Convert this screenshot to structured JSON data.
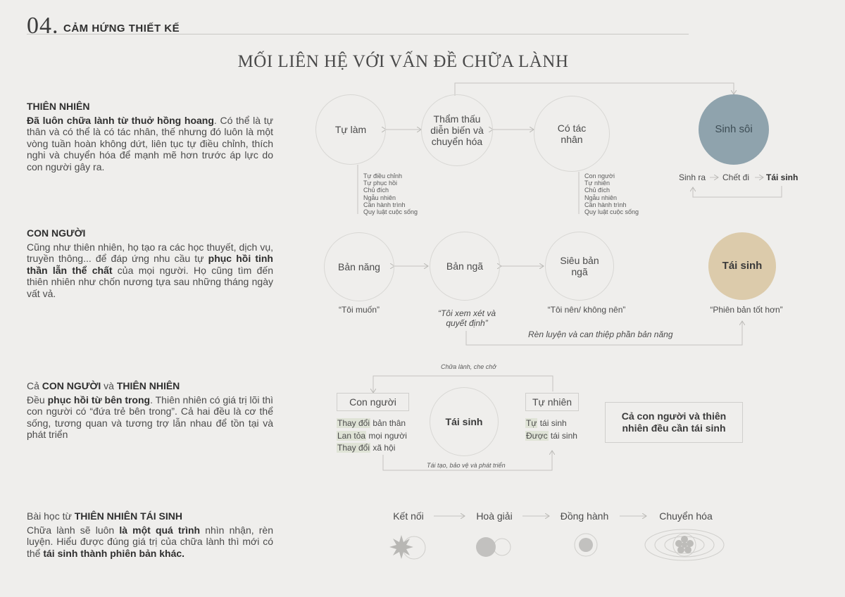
{
  "header": {
    "number": "04.",
    "title": "CẢM HỨNG THIẾT KẾ"
  },
  "main_title": "MỐI LIÊN HỆ VỚI VẤN ĐỀ CHỮA LÀNH",
  "blocks": {
    "nature": {
      "heading": "THIÊN NHIÊN",
      "bold_lead": "Đã luôn chữa lành từ thuở hồng hoang",
      "text": ". Có thể là tự thân và có thể là có tác nhân, thế nhưng đó luôn là một vòng tuần hoàn không dứt, liên tục tự điều chỉnh, thích nghi và chuyển hóa để mạnh mẽ hơn trước áp lực do con người gây ra."
    },
    "human": {
      "heading": "CON NGƯỜI",
      "text_1": "Cũng như thiên nhiên, họ tạo ra các học thuyết, dịch vụ, truyền thông... để đáp ứng nhu cầu tự ",
      "bold": "phục hồi tinh thần lẫn thể chất",
      "text_2": " của mọi người. Họ cũng tìm đến thiên nhiên như chốn nương tựa sau những tháng ngày vất vả."
    },
    "both": {
      "h_pre": "Cả ",
      "h_b1": "CON NGƯỜI",
      "h_mid": " và ",
      "h_b2": "THIÊN NHIÊN",
      "t_pre": "Đều ",
      "t_bold": "phục hồi từ bên trong",
      "t_rest": ". Thiên nhiên có giá trị lõi thì con người có “đứa trẻ bên trong”. Cả hai đều là cơ thể sống, tương quan và tương trợ lẫn nhau để tồn tại và phát triển"
    },
    "lesson": {
      "h_pre": "Bài học từ ",
      "h_bold": "THIÊN NHIÊN TÁI SINH",
      "t_1": "Chữa lành sẽ luôn ",
      "t_b1": "là một quá trình",
      "t_2": " nhìn nhận, rèn luyện. Hiểu được đúng giá trị của chữa lành thì mới có thể ",
      "t_b2": "tái sinh thành phiên bản khác."
    }
  },
  "row1": {
    "circle_1": "Tự làm",
    "circle_2": "Thẩm thấu diễn biến và chuyển hóa",
    "circle_3": "Có tác nhân",
    "circle_4": "Sinh sôi",
    "list_left": [
      "Tự điều chỉnh",
      "Tự phục hồi",
      "Chủ đích",
      "Ngẫu nhiên",
      "Cần hành trình",
      "Quy luật cuộc sống"
    ],
    "list_right": [
      "Con người",
      "Tự nhiên",
      "Chủ đích",
      "Ngẫu nhiên",
      "Cần hành trình",
      "Quy luật cuộc sống"
    ],
    "cycle": [
      "Sinh ra",
      "Chết đi",
      "Tái sinh"
    ]
  },
  "row2": {
    "circle_1": "Bản năng",
    "circle_2": "Bản ngã",
    "circle_3": "Siêu bản ngã",
    "circle_4": "Tái sinh",
    "quote_1": "“Tôi muốn”",
    "quote_2": "“Tôi xem xét và quyết định”",
    "quote_3": "“Tôi nên/ không nên”",
    "quote_4": "“Phiên bản tốt hơn”",
    "arrow_label": "Rèn luyện và can thiệp phần bản năng"
  },
  "row3": {
    "top_label": "Chữa lành, che chở",
    "bottom_label": "Tái tạo, bảo vệ và phát triển",
    "box_left": "Con người",
    "box_right": "Tự nhiên",
    "center": "Tái sinh",
    "left_items": [
      {
        "hl": "Thay đổi",
        "rest": " bản thân"
      },
      {
        "hl": "Lan tỏa",
        "rest": " mọi người"
      },
      {
        "hl": "Thay đổi",
        "rest": " xã hội"
      }
    ],
    "right_items": [
      {
        "hl": "Tự",
        "rest": " tái sinh"
      },
      {
        "hl": "Được",
        "rest": " tái sinh"
      }
    ],
    "conclusion": "Cả con người và thiên nhiên đều cần tái sinh"
  },
  "stages": [
    "Kết nối",
    "Hoà giải",
    "Đồng hành",
    "Chuyển hóa"
  ],
  "colors": {
    "background": "#efeeec",
    "blue_circle": "#8fa3ad",
    "tan_circle": "#dccbab",
    "highlight": "#dfe3d6",
    "icon_grey": "#c7c6c4"
  }
}
